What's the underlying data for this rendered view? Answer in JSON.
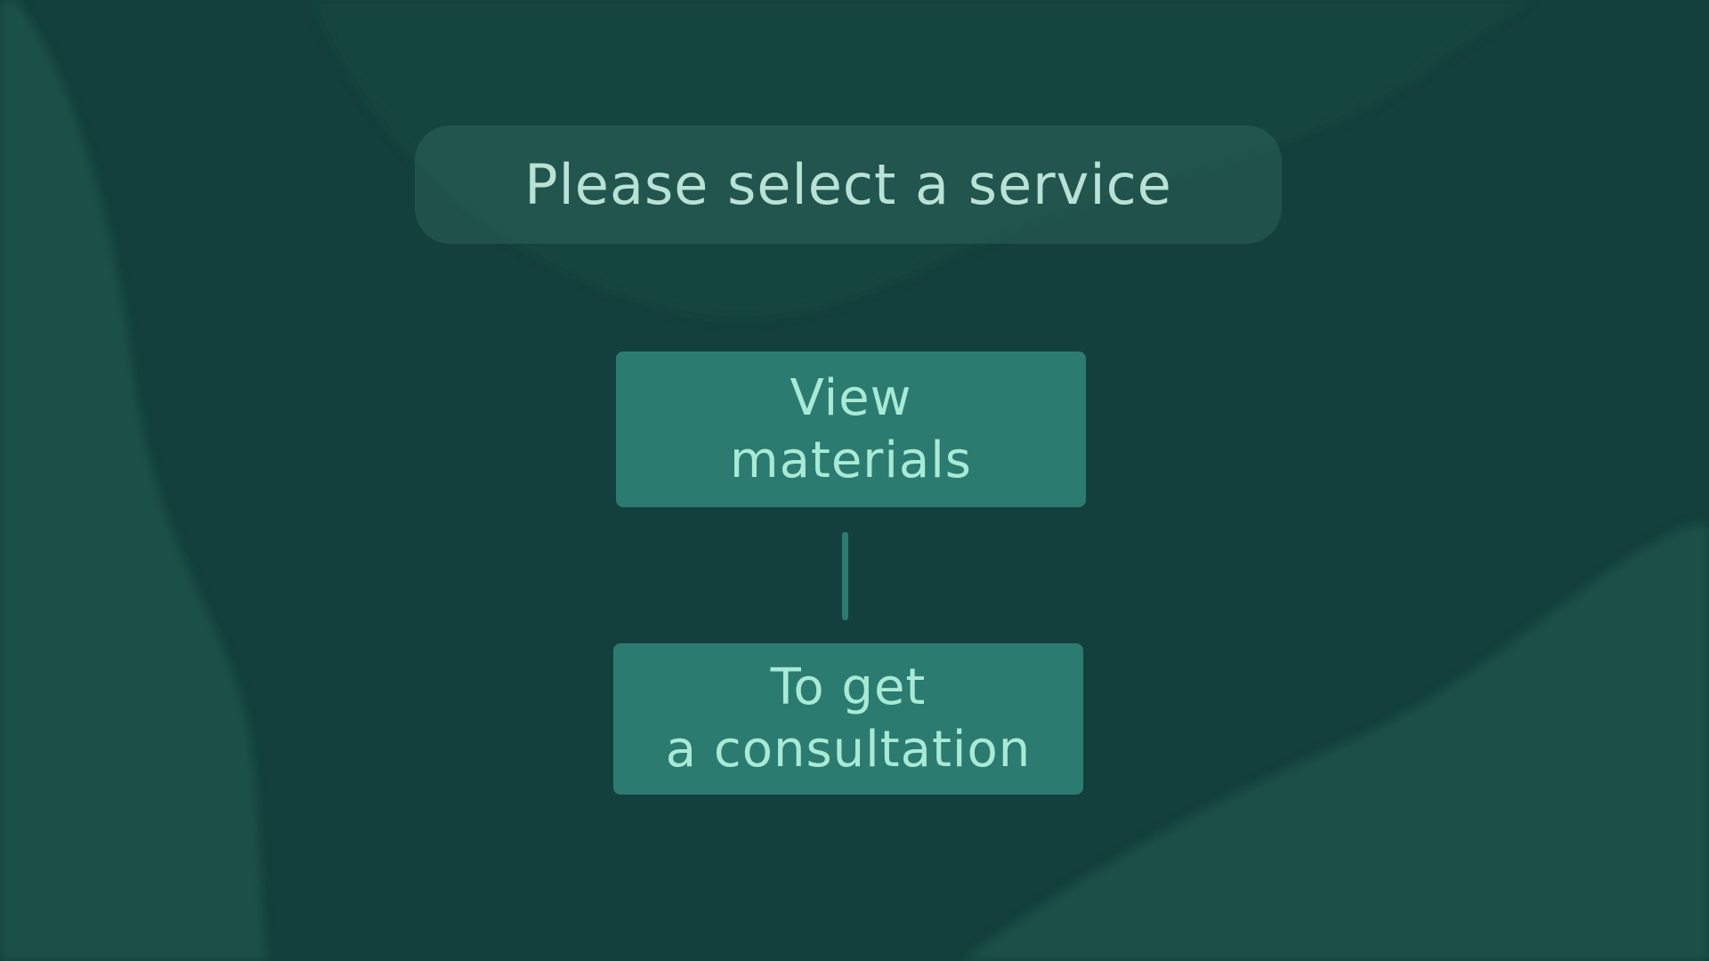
{
  "header": {
    "title": "Please select a service"
  },
  "services": [
    {
      "line1": "View",
      "line2": "materials"
    },
    {
      "line1": "To get",
      "line2": "a consultation"
    }
  ],
  "colors": {
    "background": "#133f3c",
    "button": "#2c7b70",
    "button_text": "#a8ead6",
    "title_text": "#b9e2d6"
  }
}
